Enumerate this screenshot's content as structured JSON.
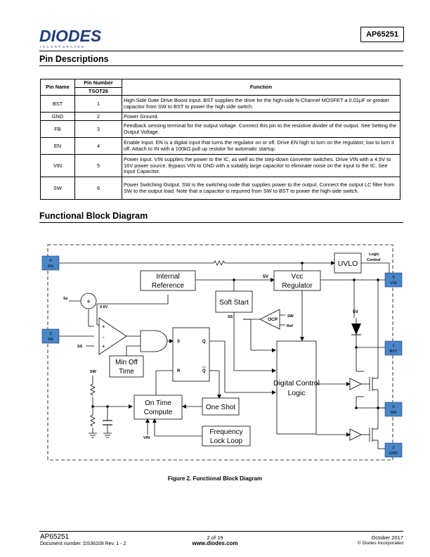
{
  "header": {
    "logo_text": "DIODES",
    "logo_sub": "INCORPORATED",
    "part_number": "AP65251"
  },
  "pin_section": {
    "title": "Pin Descriptions",
    "headers": {
      "pin_name": "Pin Name",
      "pin_number": "Pin Number",
      "package": "TSOT26",
      "function": "Function"
    },
    "rows": [
      {
        "name": "BST",
        "number": "1",
        "function": "High-Side Gate Drive Boost Input. BST supplies the drive for the high-side N-Channel MOSFET a 0.01µF or greater capacitor from SW to BST to power the high side switch."
      },
      {
        "name": "GND",
        "number": "2",
        "function": "Power Ground."
      },
      {
        "name": "FB",
        "number": "3",
        "function": "Feedback sensing terminal for the output voltage. Connect this pin to the resistive divider of the output. See Setting the Output Voltage."
      },
      {
        "name": "EN",
        "number": "4",
        "function": "Enable Input. EN is a digital input that turns the regulator on or off. Drive EN high to turn on the regulator; low to turn it off. Attach to IN with a 100kΩ pull up resistor for automatic startup."
      },
      {
        "name": "VIN",
        "number": "5",
        "function": "Power Input. VIN supplies the power to the IC, as well as the step-down converter switches. Drive VIN with a 4.5V to 16V power source. Bypass VIN to GND with a suitably large capacitor to eliminate noise on the input to the IC. See Input Capacitor."
      },
      {
        "name": "SW",
        "number": "6",
        "function": "Power Switching Output. SW is the switching node that supplies power to the output. Connect the output LC filter from SW to the output load. Note that a capacitor is required from SW to BST to power the high-side switch."
      }
    ]
  },
  "diagram_section": {
    "title": "Functional Block Diagram",
    "caption": "Figure 2. Functional Block Diagram",
    "blocks": {
      "internal_reference": [
        "Internal",
        "Reference"
      ],
      "vcc_regulator": [
        "Vcc",
        "Regulator"
      ],
      "uvlo": "UVLO",
      "soft_start": "Soft Start",
      "min_off_time": [
        "Min Off",
        "Time"
      ],
      "on_time_compute": [
        "On Time",
        "Compute"
      ],
      "one_shot": "One Shot",
      "frequency_lock_loop": [
        "Frequency",
        "Lock Loop"
      ],
      "digital_control_logic": [
        "Digital Control",
        "Logic"
      ],
      "ocp": "OCP"
    },
    "pins": {
      "en": {
        "num": "4",
        "name": "EN"
      },
      "fb": {
        "num": "3",
        "name": "FB"
      },
      "vin": {
        "num": "5",
        "name": "VIN"
      },
      "bst": {
        "num": "1",
        "name": "BST"
      },
      "sw": {
        "num": "6",
        "name": "SW"
      },
      "gnd": {
        "num": "2",
        "name": "GND"
      }
    },
    "labels": {
      "logic_control": [
        "Logic",
        "Control"
      ],
      "v5_reg": "5V",
      "v5_diode": "5V",
      "se": "Se",
      "v06": "0.6V",
      "ss1": "SS",
      "ss2": "SS",
      "sw_ocp": "SW",
      "ref_ocp": "Ref",
      "sw_divider": "SW",
      "vin_ontime": "VIN",
      "plus_sum": "+",
      "comp_plus1": "+",
      "comp_minus": "-",
      "comp_plus2": "+",
      "ff_s": "S",
      "ff_q": "Q",
      "ff_r": "R",
      "ff_qbar": "Q"
    },
    "pin_fill": "#4a86c8"
  },
  "footer": {
    "part": "AP65251",
    "doc": "Document number: DS36109 Rev. 1 - 2",
    "page": "2 of 19",
    "url": "www.diodes.com",
    "date": "October 2017",
    "copyright": "© Diodes Incorporated"
  }
}
